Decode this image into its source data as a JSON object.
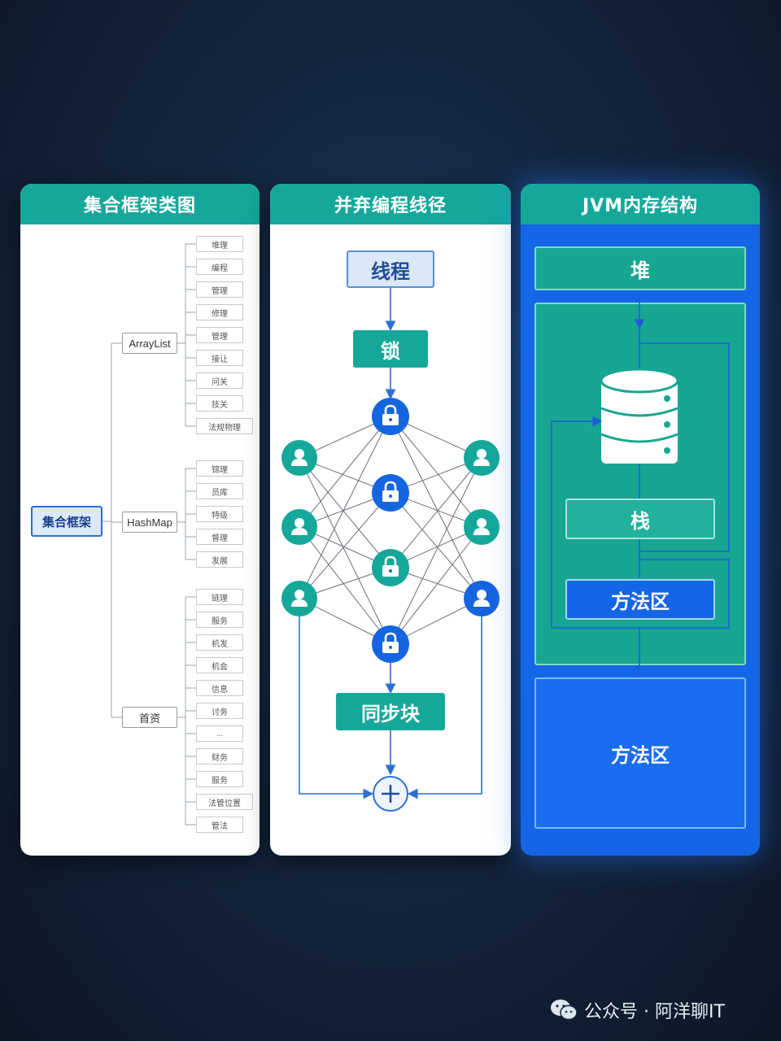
{
  "panels": {
    "collection": {
      "title": "集合框架类图",
      "root": "集合框架",
      "branches": [
        {
          "label": "ArrayList",
          "leaves": [
            "堆理",
            "编程",
            "管理",
            "修理",
            "管理",
            "接让",
            "问关",
            "技关",
            "法规物理"
          ]
        },
        {
          "label": "HashMap",
          "leaves": [
            "锦理",
            "员库",
            "特级",
            "督理",
            "发展"
          ]
        },
        {
          "label": "首资",
          "leaves": [
            "链理",
            "服务",
            "机发",
            "机会",
            "信息",
            "讨务",
            "...",
            "财务",
            "服务",
            "法管位置",
            "管法"
          ]
        }
      ]
    },
    "concurrency": {
      "title": "并弃编程线径",
      "thread_label": "线程",
      "lock_label": "锁",
      "sync_label": "同步块"
    },
    "jvm": {
      "title": "JVM内存结构",
      "heap": "堆",
      "stack": "栈",
      "method_area_inner": "方法区",
      "method_area": "方法区"
    }
  },
  "watermark": "公众号 · 阿洋聊IT",
  "colors": {
    "teal": "#15a89a",
    "blue": "#1466e6",
    "node_blue": "#1565e0"
  }
}
